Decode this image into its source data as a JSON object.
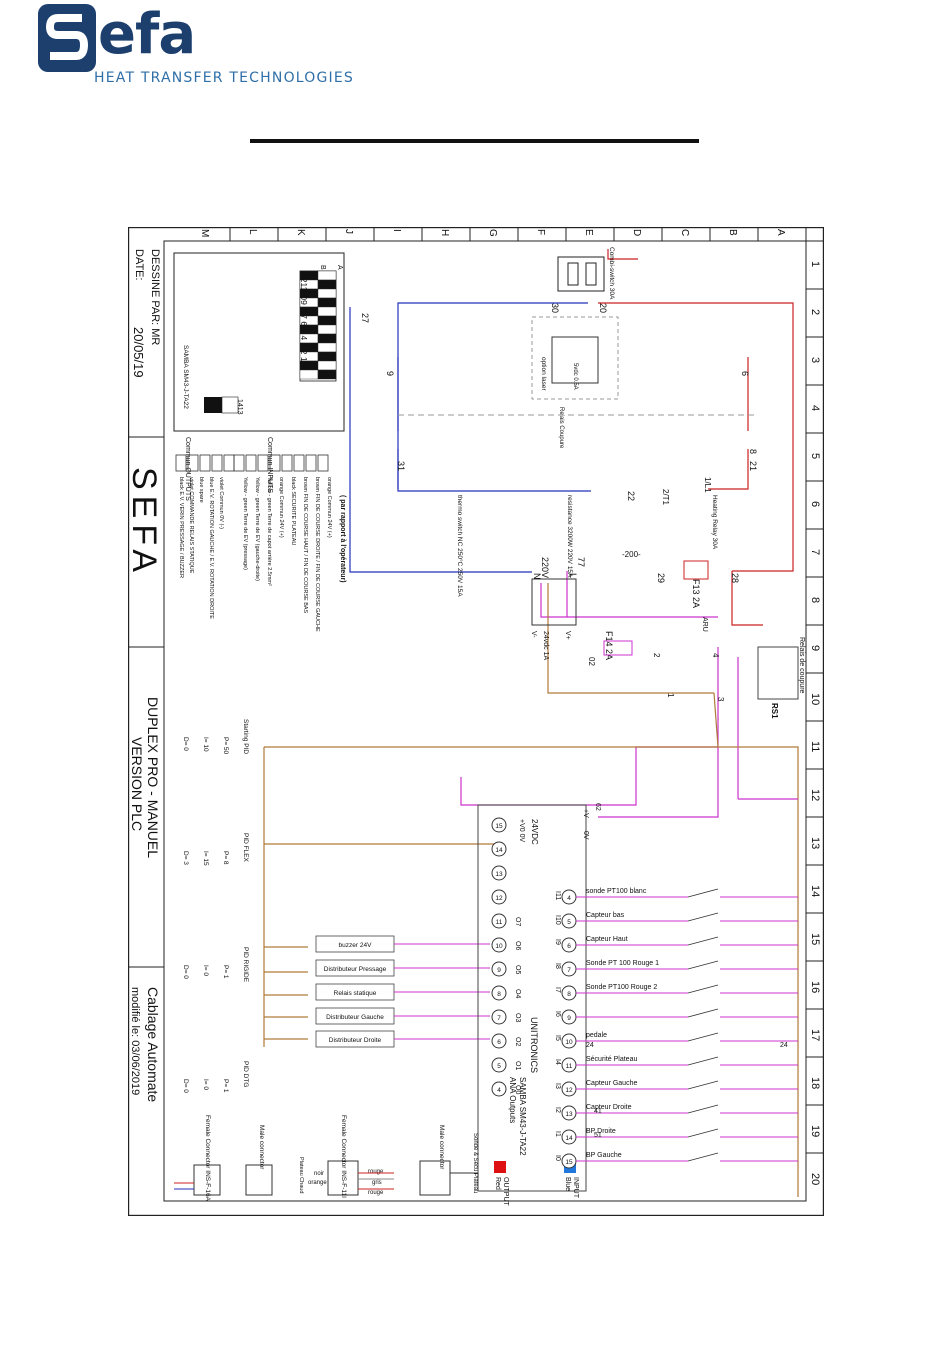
{
  "header": {
    "logo_word": "efa",
    "tagline": "HEAT TRANSFER TECHNOLOGIES"
  },
  "frame": {
    "cols": [
      "1",
      "2",
      "3",
      "4",
      "5",
      "6",
      "7",
      "8",
      "9",
      "10",
      "11",
      "12",
      "13",
      "14",
      "15",
      "16",
      "17",
      "18",
      "19",
      "20"
    ],
    "rows": [
      "A",
      "B",
      "C",
      "D",
      "E",
      "F",
      "G",
      "H",
      "I",
      "J",
      "K",
      "L",
      "M"
    ]
  },
  "title_block": {
    "drawn_by": "DESSINE PAR: MR",
    "date_label": "DATE:",
    "date_value": "20/05/19",
    "company": "SEFA",
    "title1": "DUPLEX PRO - MANUEL",
    "title2": "VERSION PLC",
    "subtitle": "Cablage Automate",
    "modified": "modifié le: 03/06/2019"
  },
  "dip": {
    "title": "SAMBA SM43-J-TA22",
    "row_a": "A",
    "row_b": "B",
    "numbers": "1211109 8 7 6 5 4 3 2 1",
    "small": "1413"
  },
  "commun": {
    "heading": "( par rapport à l'opérateur)",
    "inputs_label": "Commun INPUTS",
    "outputs_label": "Commun OUTPUTS",
    "input_lines": [
      "orange Commun 24V (+)",
      "brown FIN DE COURSE DROITE / FIN DE COURSE GAUCHE",
      "brown FIN DE COURSE HAUT / FIN DE COURSE BAS",
      "black SECURITE PLATEAU",
      "orange Commun 24V (+)",
      "Yellow - green  Terre de capot arrière 2.5mm²",
      "Yellow - green  Terre de EV (gauche-droite)",
      "Yellow - green  Terre de EV (pressage)"
    ],
    "output_lines": [
      "violet  Commun 0V (-)",
      "blue  E.V. ROTATION GAUCHE / E.V. ROTATION DROITE",
      "blue  spare",
      "violet  COMMANDE RELAIS STATIQUE",
      "black  E.V. VERIN PRESSAGE / BUZZER"
    ]
  },
  "pid": {
    "starting": {
      "title": "Starting PID",
      "p": "P= 50",
      "i": "I= 10",
      "d": "D= 0"
    },
    "flex": {
      "title": "PID FLEX",
      "p": "P= 8",
      "i": "I= 15",
      "d": "D= 3"
    },
    "rigide": {
      "title": "PID RIGIDE",
      "p": "P= 1",
      "i": "I= 0",
      "d": "D= 0"
    },
    "dtg": {
      "title": "PID DTG",
      "p": "P= 1",
      "i": "I= 0",
      "d": "D= 0"
    }
  },
  "outputs": [
    "buzzer 24V",
    "Distributeur Pressage",
    "Relais statique",
    "Distributeur Gauche",
    "Distributeur Droite"
  ],
  "output_codes": [
    "O7",
    "O6",
    "O5",
    "O4",
    "O3",
    "O2",
    "O1",
    "O0"
  ],
  "output_terms": [
    "15",
    "14",
    "13",
    "12",
    "11",
    "10",
    "9",
    "8",
    "7",
    "6",
    "5",
    "4"
  ],
  "plc": {
    "name": "UNITRONICS",
    "model": "SAMBA SM43-J-TA22",
    "ana": "ANA Outputs",
    "supply": "24VDC",
    "supply_pins": "+V0  0V",
    "output_label": "OUTPUT",
    "output_color": "Red",
    "input_label": "INPUT",
    "input_color": "Blue",
    "top_labels": [
      "+V",
      "0V"
    ],
    "pin62": "62"
  },
  "inputs": [
    {
      "term": "4",
      "code": "I11",
      "label": "sonde PT100 blanc"
    },
    {
      "term": "5",
      "code": "I10",
      "label": "Capteur bas"
    },
    {
      "term": "6",
      "code": "I9",
      "label": "Capteur Haut"
    },
    {
      "term": "7",
      "code": "I8",
      "label": "Sonde PT 100 Rouge 1"
    },
    {
      "term": "8",
      "code": "I7",
      "label": "Sonde PT100 Rouge 2"
    },
    {
      "term": "9",
      "code": "I6",
      "label": ""
    },
    {
      "term": "10",
      "code": "I5",
      "label": "pedale"
    },
    {
      "term": "11",
      "code": "I4",
      "label": "Sécurité Plateau"
    },
    {
      "term": "12",
      "code": "I3",
      "label": "Capteur Gauche"
    },
    {
      "term": "13",
      "code": "I2",
      "label": "Capteur Droite"
    },
    {
      "term": "14",
      "code": "I1",
      "label": "BP Droite"
    },
    {
      "term": "15",
      "code": "I0",
      "label": "BP Gauche"
    }
  ],
  "wire_numbers": [
    "41",
    "51",
    "24",
    "24"
  ],
  "power": {
    "combi": "Combi-switch 30A",
    "n30": "30",
    "n20": "20",
    "n27": "27",
    "ssr": "5vdc 0.5A",
    "option_label": "option laser",
    "relais_coupure": "Relais Coupure",
    "thermo": "thermo switch NC 250°C 250V 15A",
    "resistance": "resistance 3200W 220V 15A",
    "heating_relay": "Heating Relay 30A",
    "ti1": "2/T1",
    "l1": "1/L1",
    "n22": "22",
    "n2": "2",
    "n1": "1",
    "minus200": "-200-",
    "n29": "29",
    "n28": "28",
    "f13": "F13 2A",
    "f14": "F14 2A",
    "aru": "ARU",
    "v220": "220V",
    "n_label": "N",
    "l_label": "L",
    "ps_out": "24vdc 1A",
    "vplus": "V+",
    "vminus": "V-",
    "n02": "02",
    "n3": "3",
    "n4": "4",
    "relais_de_coupure": "Relais de coupure",
    "rs1": "RS1",
    "n9": "9",
    "n8": "8",
    "n6": "6",
    "n21": "21",
    "n31": "31",
    "n77": "77"
  },
  "connectors": {
    "female16": "Female Connector INS-F-16A",
    "male1": "Male connector",
    "female11": "Female Connector INS-F-11I",
    "male2": "Male connector",
    "sonde": "Sonde & Sécu Plateau",
    "plateau": "Plateau Chaud",
    "rouge": "rouge",
    "gris": "gris",
    "orange": "orange",
    "noir": "noir",
    "rouge2": "rouge"
  },
  "colors": {
    "red": "#cc2222",
    "blue": "#2233bb",
    "magenta": "#cc33cc",
    "brown": "#b07a3a",
    "gray": "#888888",
    "logo": "#1c3f6e"
  }
}
